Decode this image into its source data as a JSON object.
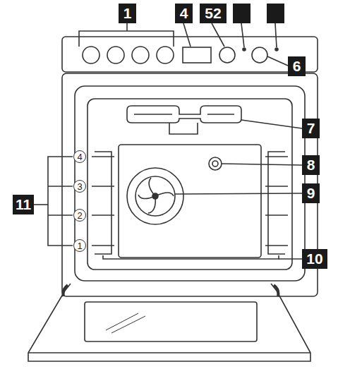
{
  "diagram": {
    "labels": [
      "1",
      "4",
      "52",
      "6",
      "7",
      "8",
      "9",
      "10",
      "11",
      "4",
      "3",
      "2",
      "1"
    ]
  }
}
